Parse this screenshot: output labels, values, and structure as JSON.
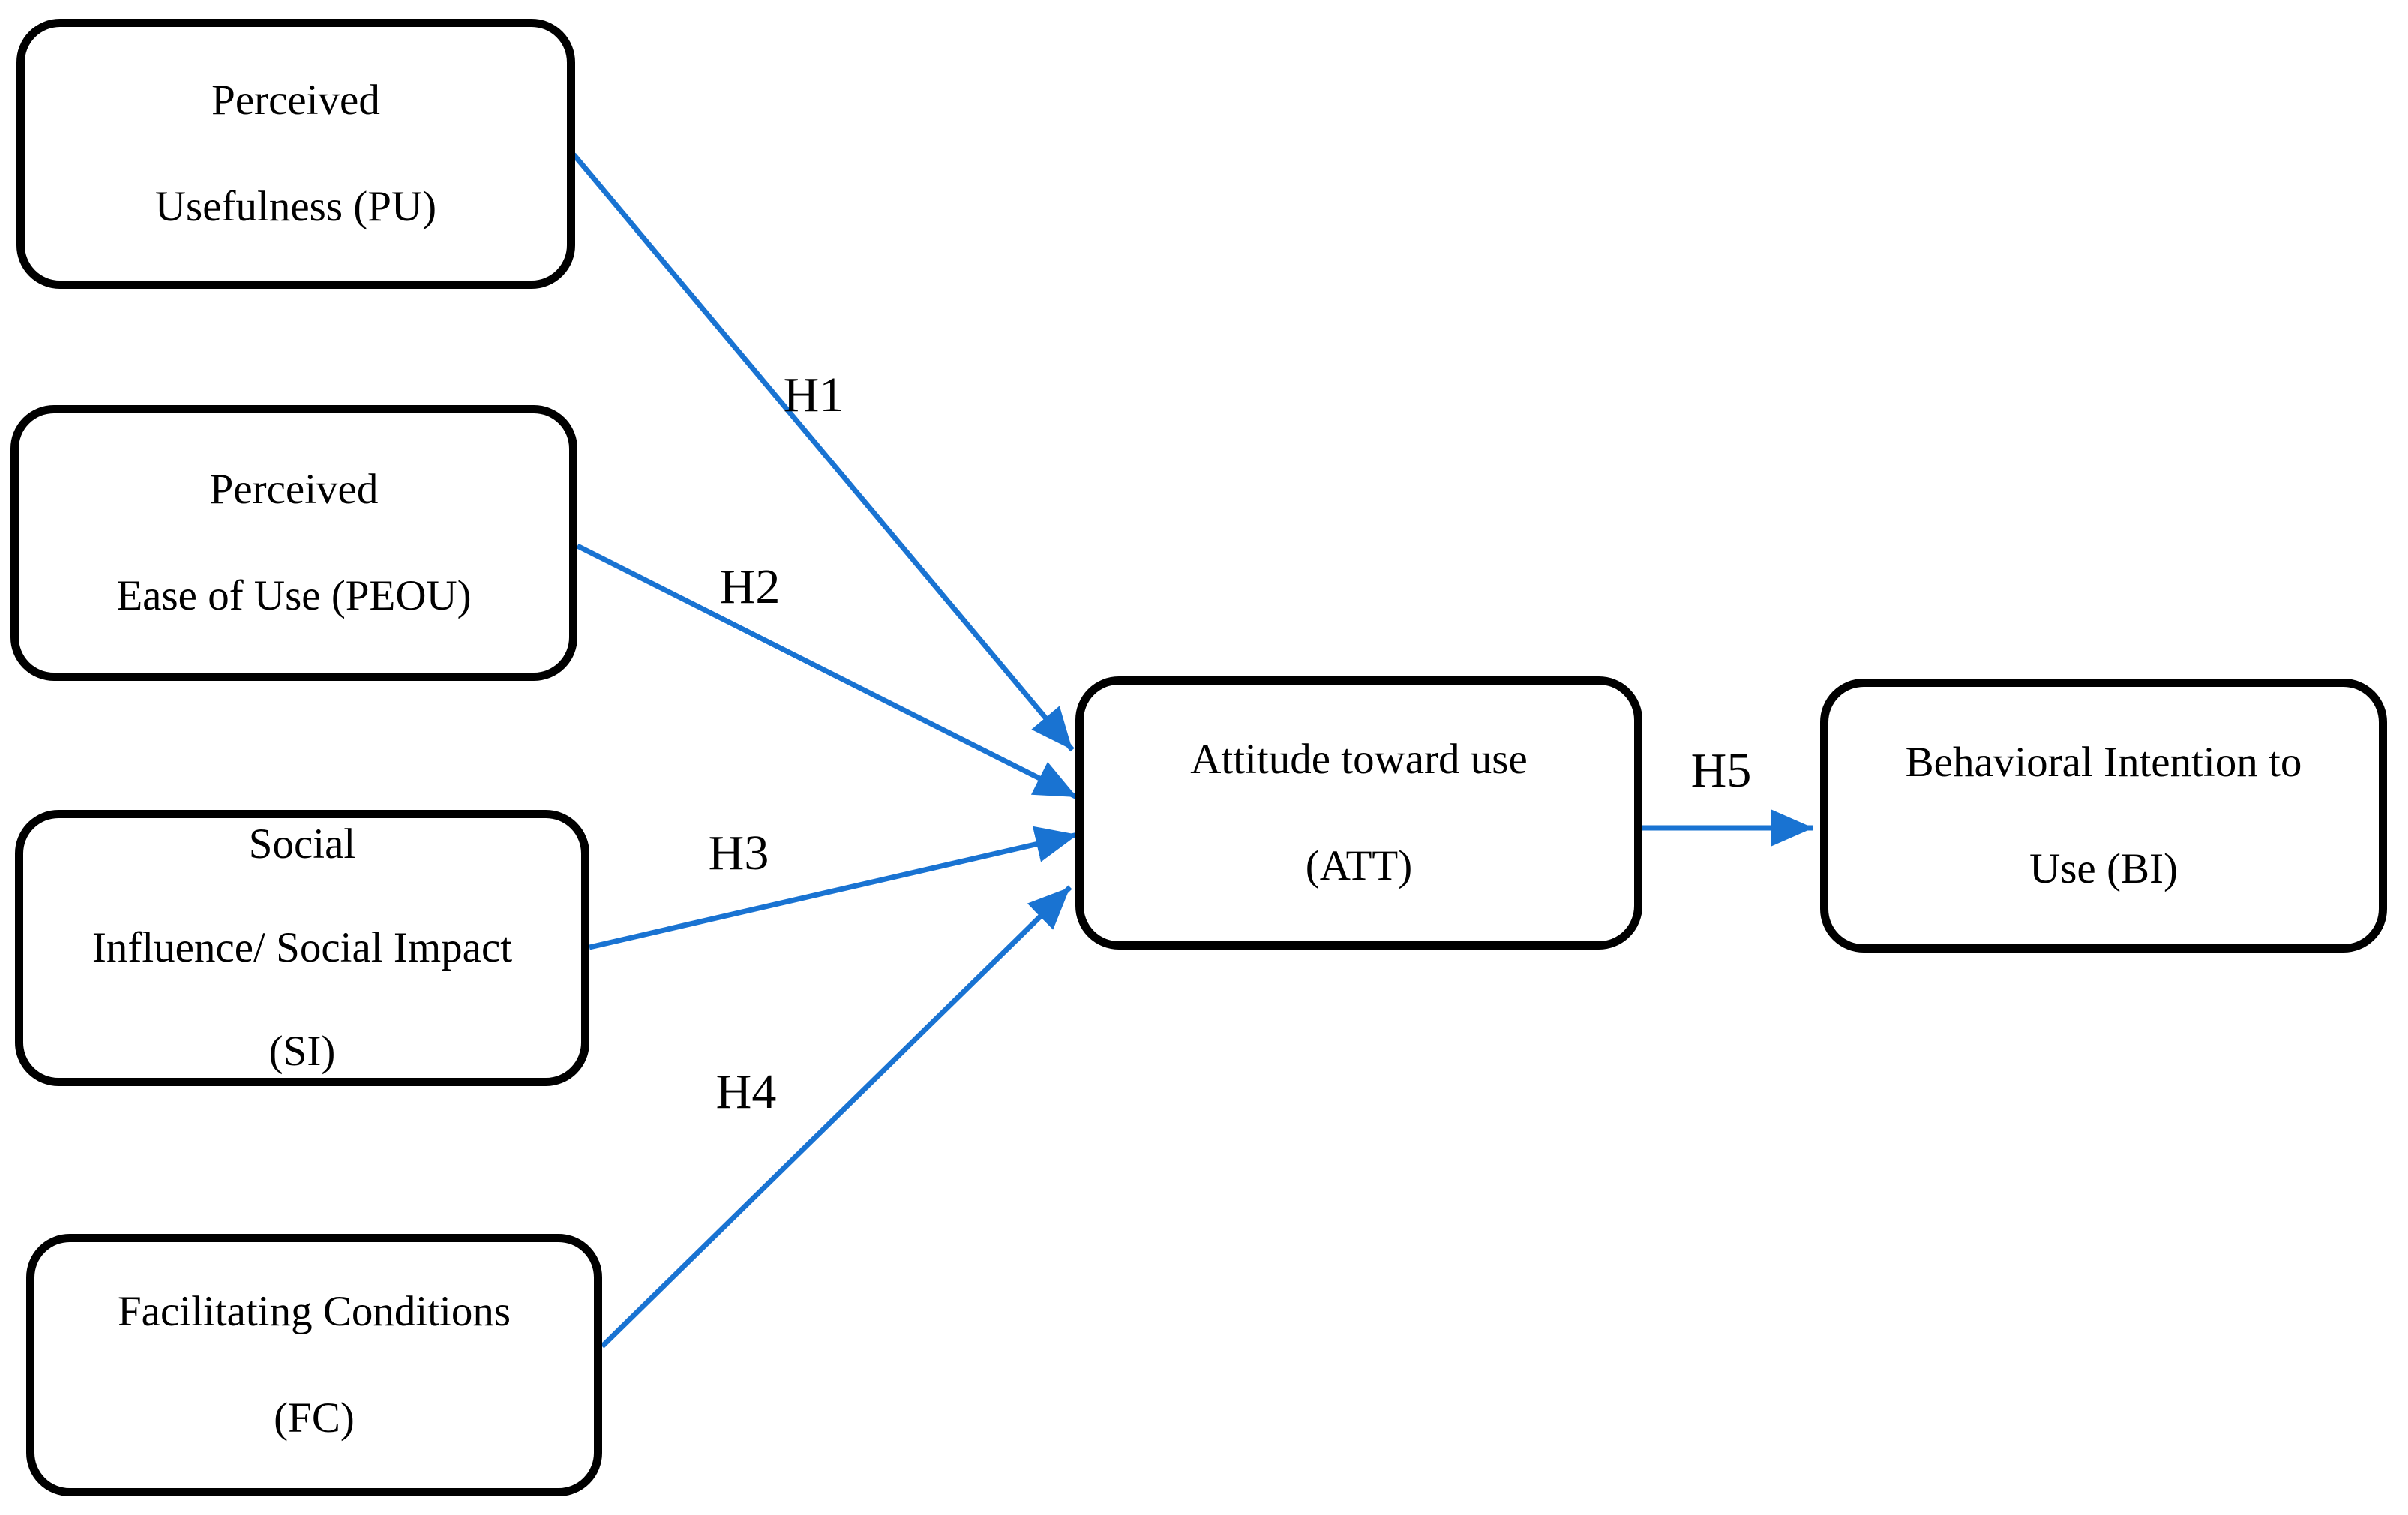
{
  "diagram": {
    "type": "hypothesis-model-diagram",
    "boxes": [
      {
        "id": "pu",
        "label": "Perceived Usefulness (PU)",
        "lines": [
          "Perceived",
          "Usefulness (PU)"
        ]
      },
      {
        "id": "peou",
        "label": "Perceived Ease of Use (PEOU)",
        "lines": [
          "Perceived",
          "Ease of Use (PEOU)"
        ]
      },
      {
        "id": "si",
        "label": "Social Influence/ Social Impact (SI)",
        "lines": [
          "Social",
          "Influence/ Social Impact",
          "(SI)"
        ]
      },
      {
        "id": "fc",
        "label": "Facilitating Conditions (FC)",
        "lines": [
          "Facilitating Conditions",
          "(FC)"
        ]
      },
      {
        "id": "att",
        "label": "Attitude toward use (ATT)",
        "lines": [
          "Attitude toward use",
          "(ATT)"
        ]
      },
      {
        "id": "bi",
        "label": "Behavioral Intention to Use (BI)",
        "lines": [
          "Behavioral Intention to",
          "Use (BI)"
        ]
      }
    ],
    "arrows": [
      {
        "label": "H1",
        "from": "Perceived Usefulness (PU)",
        "to": "Attitude toward use (ATT)"
      },
      {
        "label": "H2",
        "from": "Perceived Ease of Use (PEOU)",
        "to": "Attitude toward use (ATT)"
      },
      {
        "label": "H3",
        "from": "Social Influence/ Social Impact (SI)",
        "to": "Attitude toward use (ATT)"
      },
      {
        "label": "H4",
        "from": "Facilitating Conditions (FC)",
        "to": "Attitude toward use (ATT)"
      },
      {
        "label": "H5",
        "from": "Attitude toward use (ATT)",
        "to": "Behavioral Intention to Use (BI)"
      }
    ],
    "colors": {
      "arrow": "#1973D2",
      "box_border": "#000000",
      "text": "#000000",
      "background": "#FFFFFF"
    }
  }
}
